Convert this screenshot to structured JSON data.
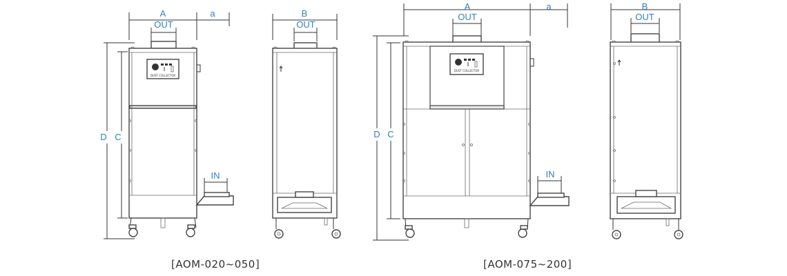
{
  "labels": {
    "A": "A",
    "B": "B",
    "a": "a",
    "OUT": "OUT",
    "IN": "IN",
    "C": "C",
    "D": "D",
    "logo_text": "DUST COLLECTOR"
  },
  "captions": {
    "small": "[AOM-020~050]",
    "large": "[AOM-075~200]"
  },
  "colors": {
    "dimension_text": "#2f7fc0",
    "drawing_line": "#444444"
  }
}
